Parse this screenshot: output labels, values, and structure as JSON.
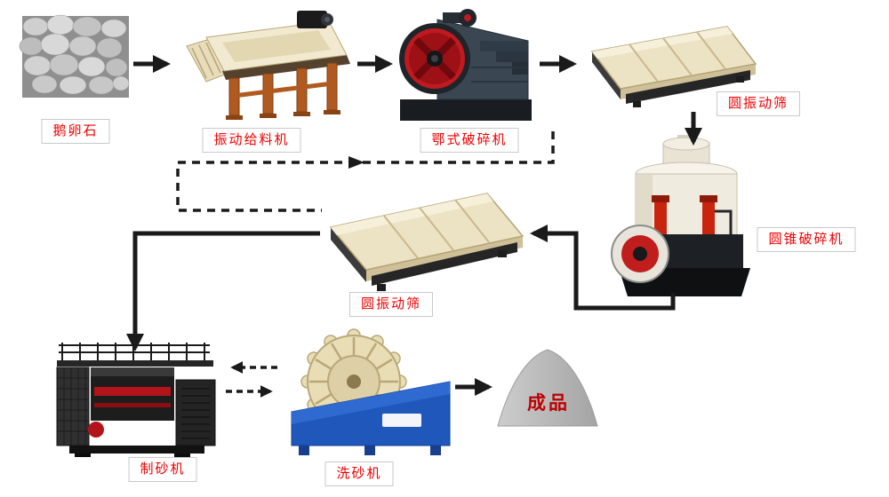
{
  "diagram": {
    "nodes": {
      "pebbles": {
        "label": "鹅卵石"
      },
      "feeder": {
        "label": "振动给料机"
      },
      "jaw_crusher": {
        "label": "鄂式破碎机"
      },
      "screen_top": {
        "label": "圆振动筛"
      },
      "cone_crusher": {
        "label": "圆锥破碎机"
      },
      "screen_mid": {
        "label": "圆振动筛"
      },
      "sand_maker": {
        "label": "制砂机"
      },
      "sand_washer": {
        "label": "洗砂机"
      },
      "product": {
        "label": "成品"
      }
    },
    "colors": {
      "label_text": "#f20000",
      "label_border": "#c9c9c9",
      "product_text": "#c00000",
      "arrow": "#1a1a1a",
      "machine_cream": "#ece2c4",
      "machine_red": "#c01d1d",
      "machine_blue": "#1f57bb",
      "machine_dark": "#1d1d1d",
      "background": "#ffffff"
    }
  }
}
